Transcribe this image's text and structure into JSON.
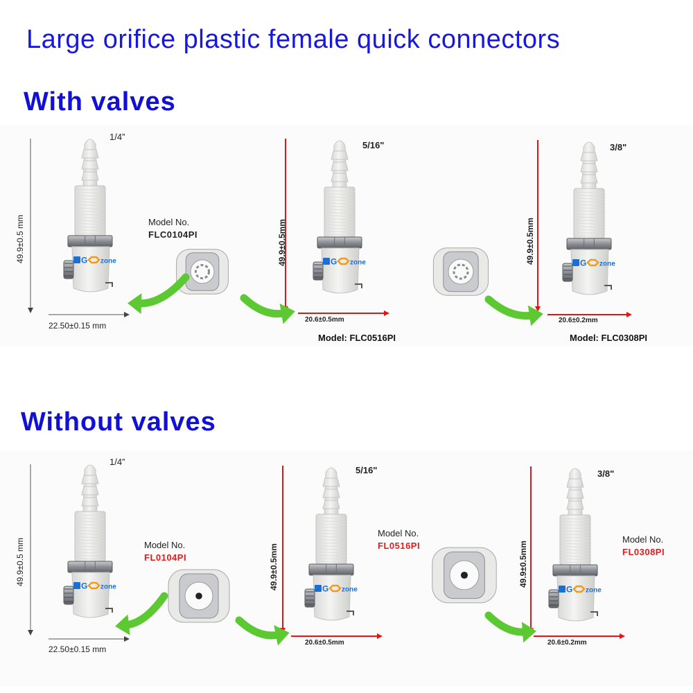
{
  "title": "Large orifice plastic female quick connectors",
  "sections": [
    {
      "heading": "With valves",
      "items": [
        {
          "size": "1/4”",
          "height_dim": "49.9±0.5 mm",
          "width_dim": "22.50±0.15 mm",
          "model_caption": "Model No.",
          "model": "FLC0104PI"
        },
        {
          "size": "5/16\"",
          "height_dim": "49.9±0.5mm",
          "width_dim": "20.6±0.5mm",
          "model_caption": "Model:",
          "model": "FLC0516PI"
        },
        {
          "size": "3/8\"",
          "height_dim": "49.9±0.5mm",
          "width_dim": "20.6±0.2mm",
          "model_caption": "Model:",
          "model": "FLC0308PI"
        }
      ]
    },
    {
      "heading": "Without valves",
      "items": [
        {
          "size": "1/4”",
          "height_dim": "49.9±0.5 mm",
          "width_dim": "22.50±0.15 mm",
          "model_caption": "Model No.",
          "model": "FL0104PI"
        },
        {
          "size": "5/16\"",
          "height_dim": "49.9±0.5mm",
          "width_dim": "20.6±0.5mm",
          "model_caption": "Model No.",
          "model": "FL0516PI"
        },
        {
          "size": "3/8\"",
          "height_dim": "49.9±0.5mm",
          "width_dim": "20.6±0.2mm",
          "model_caption": "Model No.",
          "model": "FL0308PI"
        }
      ]
    }
  ],
  "logo_text": "OGOzone",
  "colors": {
    "title_blue": "#1717e0",
    "heading_blue": "#1010d8",
    "dimension_red": "#e01515",
    "model_red": "#e21b1b",
    "arrow_green": "#5cc832",
    "plastic_white": "#f4f4f2",
    "metal_grey": "#8c8f94",
    "logo_blue": "#1b6fd1",
    "logo_orange": "#f29a1a"
  },
  "icons": [
    "connector-photo",
    "valve-insert-photo",
    "green-arrow-icon",
    "brand-logo"
  ]
}
